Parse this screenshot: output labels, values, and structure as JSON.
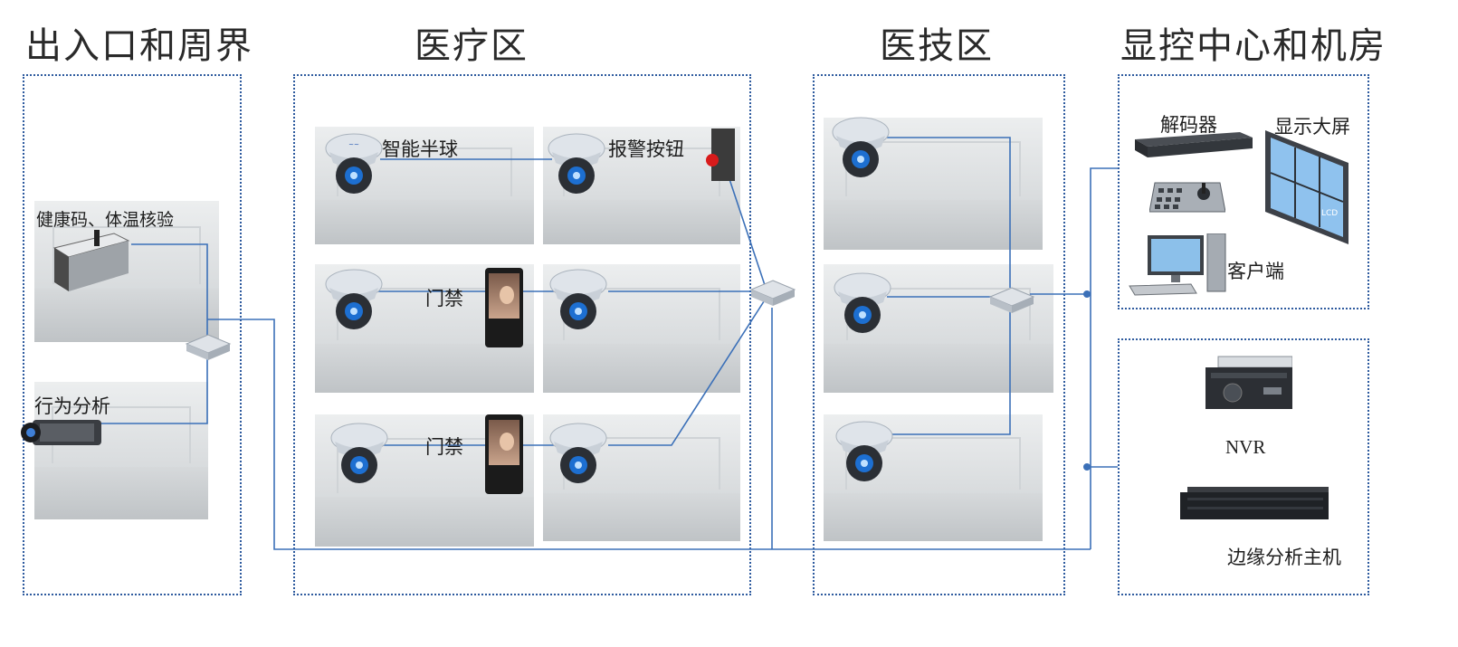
{
  "sections": {
    "entrance": {
      "title": "出入口和周界"
    },
    "medical": {
      "title": "医疗区"
    },
    "tech": {
      "title": "医技区"
    },
    "control": {
      "title": "显控中心和机房"
    }
  },
  "entrance": {
    "health_label": "健康码、体温核验",
    "behavior_label": "行为分析"
  },
  "medical": {
    "dome_label": "智能半球",
    "alarm_label": "报警按钮",
    "access_label_1": "门禁",
    "access_label_2": "门禁"
  },
  "control": {
    "decoder_label": "解码器",
    "screen_label": "显示大屏",
    "screen_text": "LCD",
    "client_label": "客户端",
    "nvr_label": "NVR",
    "edge_label": "边缘分析主机"
  },
  "colors": {
    "wire": "#3b70b8",
    "border": "#2d5a9e"
  }
}
